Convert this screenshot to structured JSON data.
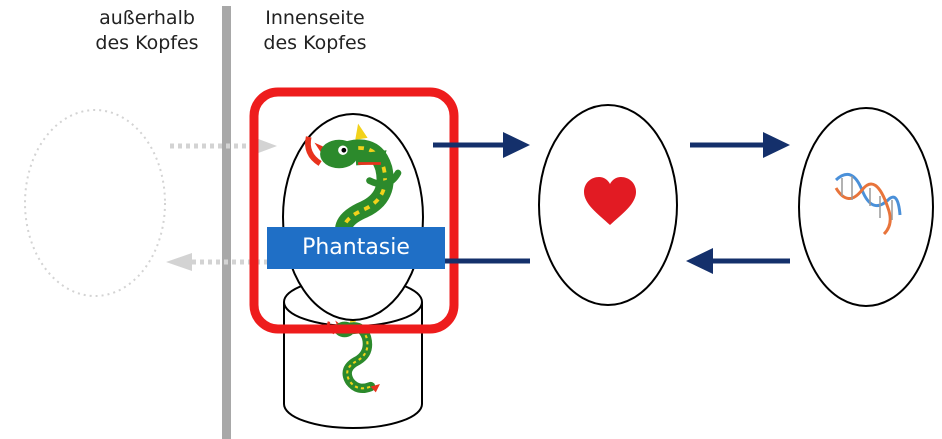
{
  "labels": {
    "outside_line1": "außerhalb",
    "outside_line2": "des Kopfes",
    "inside_line1": "Innenseite",
    "inside_line2": "des Kopfes",
    "phantasie": "Phantasie"
  },
  "icons": {
    "dragon_in_head": "dragon-icon",
    "dragon_in_memory": "dragon-icon",
    "heart": "heart-icon",
    "dna": "dna-icon"
  },
  "colors": {
    "highlight": "#ee1c1c",
    "phantasie_bg": "#1f6fc6",
    "arrow": "#14306b",
    "divider": "#a8a8a8",
    "faded": "#d3d3d3",
    "heart": "#e21b23"
  }
}
